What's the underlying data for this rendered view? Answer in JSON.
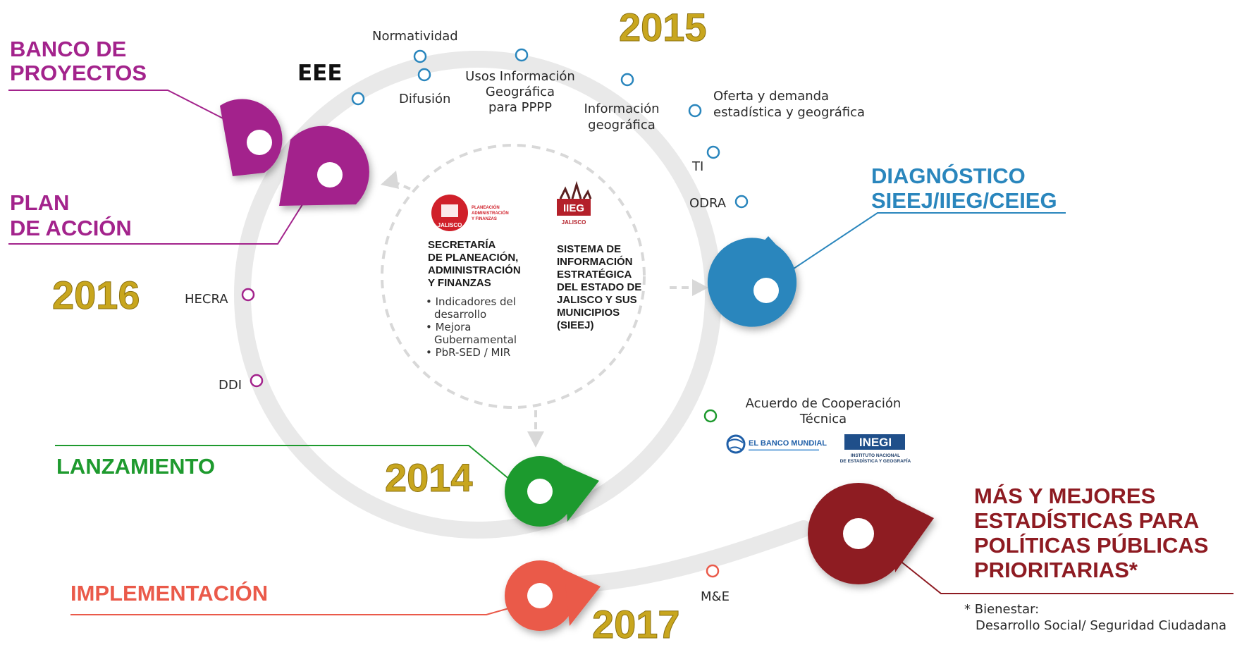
{
  "years": {
    "y2015": "2015",
    "y2016": "2016",
    "y2014": "2014",
    "y2017": "2017"
  },
  "stages": {
    "banco": [
      "BANCO DE",
      "PROYECTOS"
    ],
    "plan": [
      "PLAN",
      "DE ACCIÓN"
    ],
    "diagnostico": [
      "DIAGNÓSTICO",
      "SIEEJ/IIEG/CEIEG"
    ],
    "lanzamiento": "LANZAMIENTO",
    "implementacion": "IMPLEMENTACIÓN",
    "mas": [
      "MÁS Y MEJORES",
      "ESTADÍSTICAS PARA",
      "POLÍTICAS PÚBLICAS",
      "PRIORITARIAS*"
    ]
  },
  "eee": "EEE",
  "milestones": {
    "normatividad": "Normatividad",
    "difusion": "Difusión",
    "usos": [
      "Usos Información",
      "Geográfica",
      "para PPPP"
    ],
    "infogeo": [
      "Información",
      "geográfica"
    ],
    "oferta": [
      "Oferta y demanda",
      "estadística y geográfica"
    ],
    "ti": "TI",
    "odra": "ODRA",
    "hecra": "HECRA",
    "ddi": "DDI",
    "acuerdo": [
      "Acuerdo de Cooperación",
      "Técnica"
    ],
    "me": "M&E"
  },
  "center": {
    "secretaria": [
      "SECRETARÍA",
      "DE PLANEACIÓN,",
      "ADMINISTRACIÓN",
      "Y FINANZAS"
    ],
    "bullets": [
      "• Indicadores del",
      "desarrollo",
      "• Mejora",
      "Gubernamental",
      "• PbR-SED / MIR"
    ],
    "sistema": [
      "SISTEMA DE",
      "INFORMACIÓN",
      "ESTRATÉGICA",
      "DEL ESTADO DE",
      "JALISCO Y SUS",
      "MUNICIPIOS",
      "(SIEEJ)"
    ],
    "jalisco_logo": [
      "JALISCO",
      "PLANEACIÓN",
      "ADMINISTRACIÓN",
      "Y FINANZAS"
    ],
    "iieg_logo": [
      "IIEG",
      "JALISCO"
    ]
  },
  "partners": {
    "banco_mundial": "EL BANCO MUNDIAL",
    "inegi": "INEGI",
    "inegi_sub": [
      "INSTITUTO NACIONAL",
      "DE ESTADÍSTICA Y GEOGRAFÍA"
    ]
  },
  "footnote": [
    "* Bienestar:",
    "Desarrollo Social/ Seguridad Ciudadana"
  ],
  "colors": {
    "purple": "#a3238c",
    "blue": "#2a86bd",
    "green": "#1e9a2e",
    "coral": "#ea5a4a",
    "darkred": "#8e1b22",
    "gold": "#c8a61e",
    "ring": "#e9e9e9"
  }
}
